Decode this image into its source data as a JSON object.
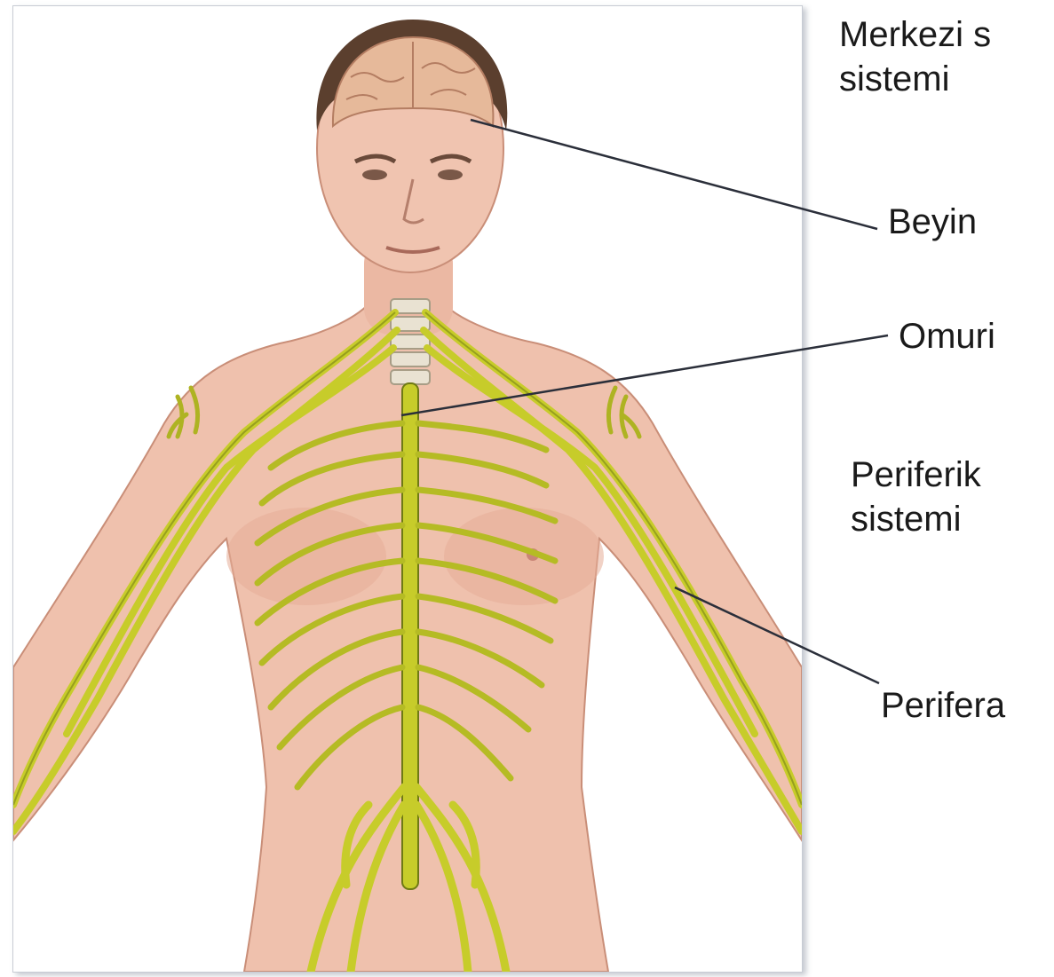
{
  "labels": {
    "cns": {
      "line1": "Merkezi s",
      "line2": "sistemi"
    },
    "brain": "Beyin",
    "spinal_cord": "Omuri",
    "pns": {
      "line1": "Periferik",
      "line2": "sistemi"
    },
    "peripheral_nerve": "Perifera"
  },
  "colors": {
    "skin": "#efc1ad",
    "skin_shadow": "#d99a86",
    "nerve": "#c7cc2a",
    "nerve_outline": "#6f7a14",
    "brain": "#e6b99a",
    "hair": "#5b3f2e",
    "leader_line": "#2b2f3a",
    "frame_border": "#c8ccd4"
  }
}
